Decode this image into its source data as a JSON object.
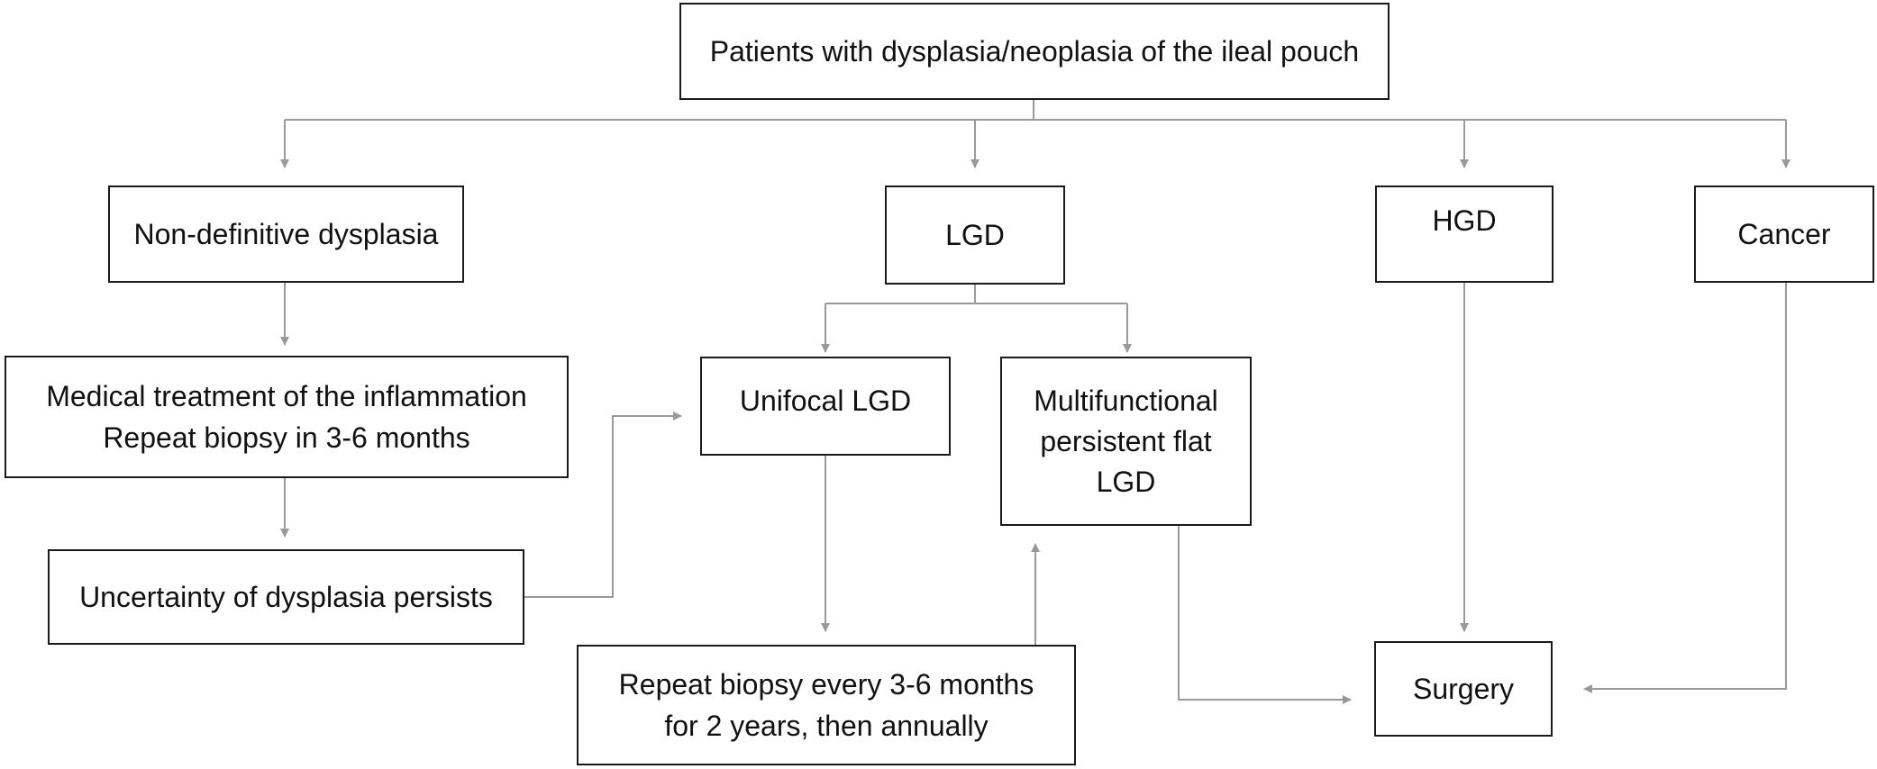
{
  "nodes": {
    "root": [
      "Patients with dysplasia/neoplasia of the ileal pouch"
    ],
    "nondefinitive": [
      "Non-definitive dysplasia"
    ],
    "lgd": [
      "LGD"
    ],
    "hgd": [
      "HGD"
    ],
    "cancer": [
      "Cancer"
    ],
    "medical": [
      "Medical treatment of the inflammation",
      "Repeat biopsy in 3-6 months"
    ],
    "uncertainty": [
      "Uncertainty of dysplasia persists"
    ],
    "unifocal": [
      "Unifocal LGD"
    ],
    "multifunctional": [
      "Multifunctional",
      "persistent flat",
      "LGD"
    ],
    "repeat": [
      "Repeat biopsy every 3-6 months",
      "for 2 years, then annually"
    ],
    "surgery": [
      "Surgery"
    ]
  },
  "colors": {
    "box_border": "#1a1a1a",
    "connector": "#9a9a9a",
    "text": "#111111"
  }
}
